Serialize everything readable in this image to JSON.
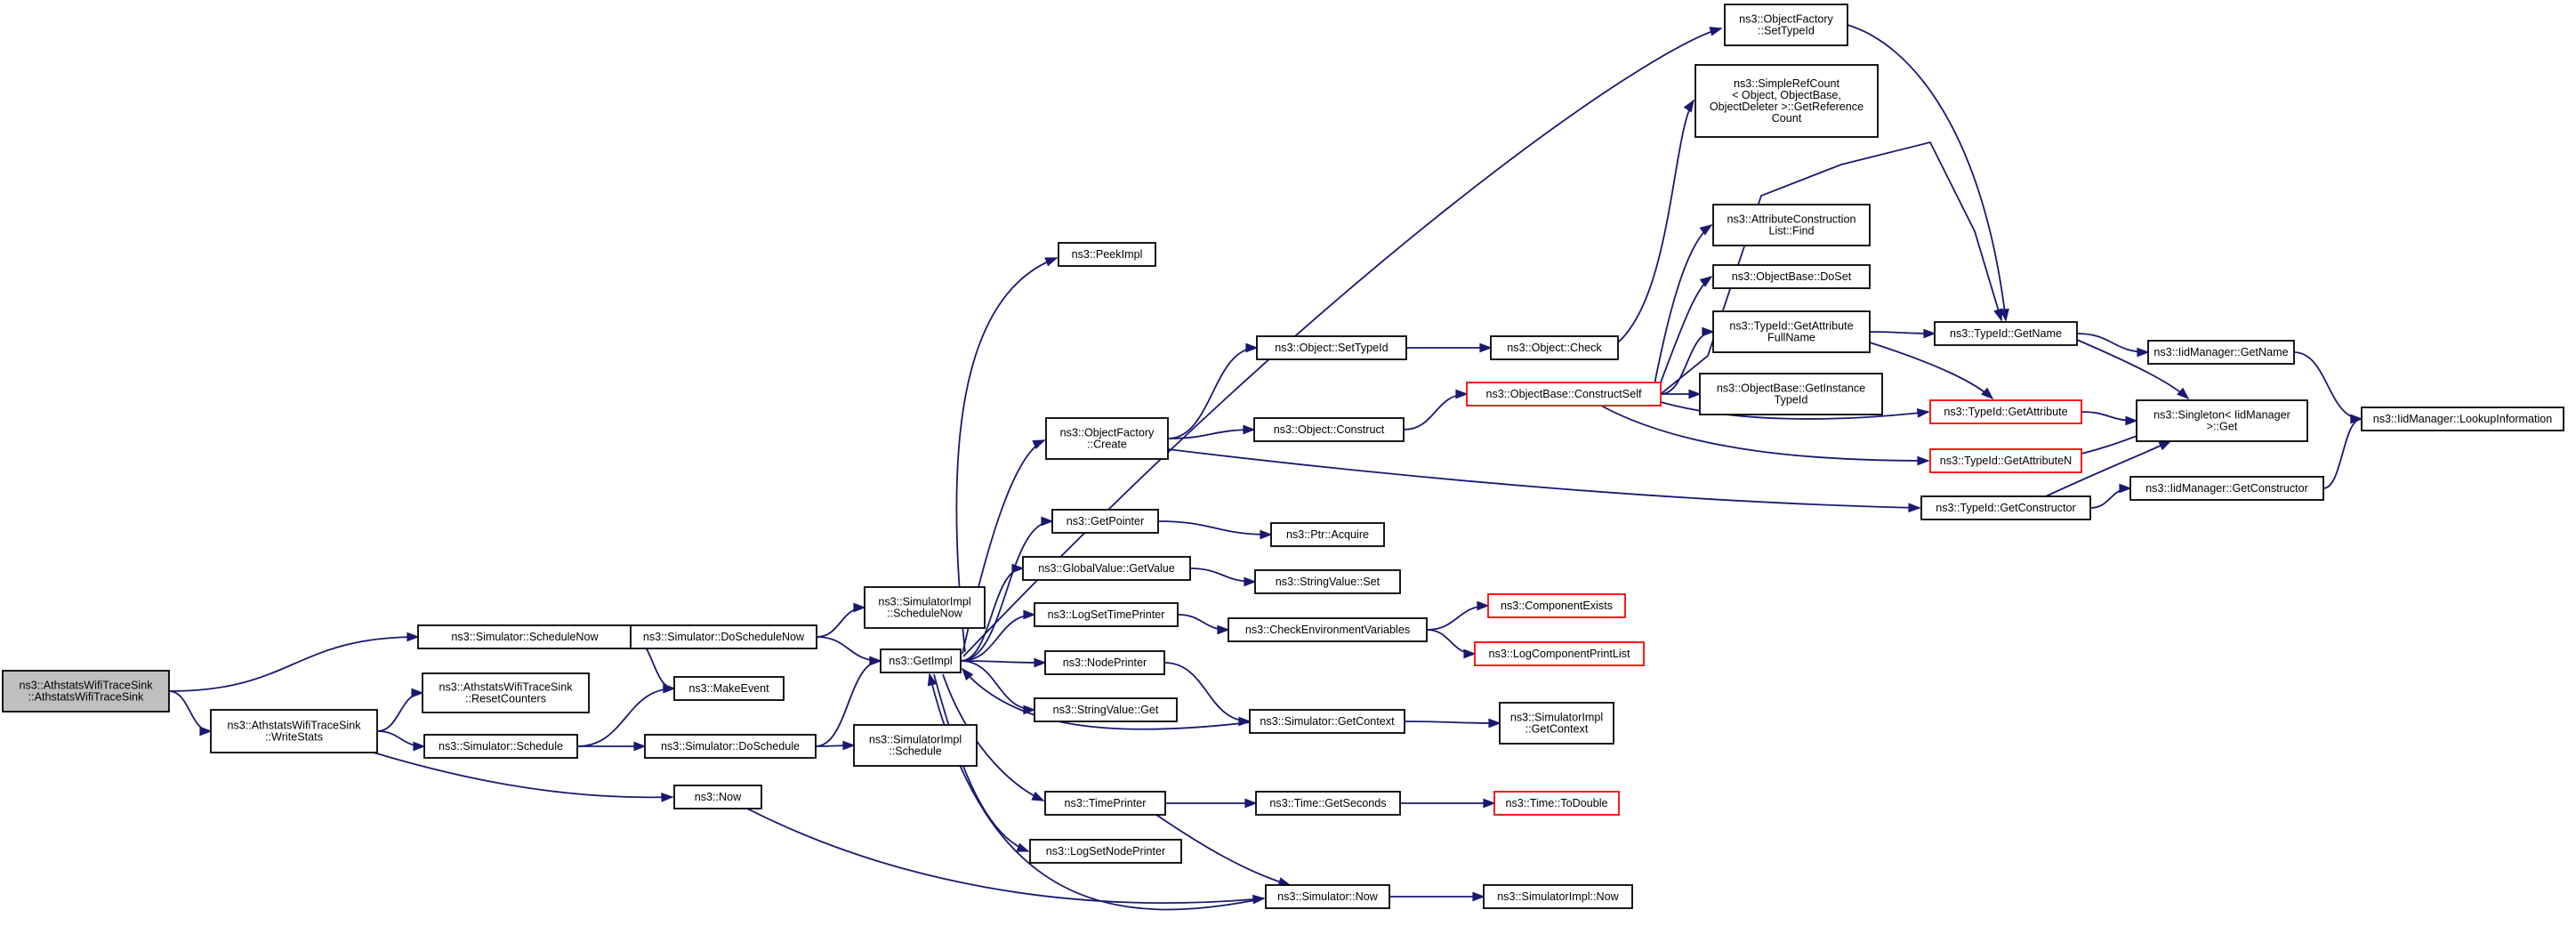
{
  "diagram": {
    "colors": {
      "edge": "#191970",
      "node_border": "#000000",
      "node_border_truncated": "#ff0000",
      "root_fill": "#bfbfbf",
      "background": "#ffffff"
    },
    "nodes": [
      {
        "id": "root",
        "lines": [
          "ns3::AthstatsWifiTraceSink",
          "::AthstatsWifiTraceSink"
        ],
        "style": "root"
      },
      {
        "id": "scheduleNow",
        "lines": [
          "ns3::Simulator::ScheduleNow"
        ]
      },
      {
        "id": "writeStats",
        "lines": [
          "ns3::AthstatsWifiTraceSink",
          "::WriteStats"
        ]
      },
      {
        "id": "doScheduleNow",
        "lines": [
          "ns3::Simulator::DoScheduleNow"
        ]
      },
      {
        "id": "makeEvent",
        "lines": [
          "ns3::MakeEvent"
        ]
      },
      {
        "id": "resetCounters",
        "lines": [
          "ns3::AthstatsWifiTraceSink",
          "::ResetCounters"
        ]
      },
      {
        "id": "schedule",
        "lines": [
          "ns3::Simulator::Schedule"
        ]
      },
      {
        "id": "now",
        "lines": [
          "ns3::Now"
        ]
      },
      {
        "id": "simImplScheduleNow",
        "lines": [
          "ns3::SimulatorImpl",
          "::ScheduleNow"
        ]
      },
      {
        "id": "getImpl",
        "lines": [
          "ns3::GetImpl"
        ]
      },
      {
        "id": "doSchedule",
        "lines": [
          "ns3::Simulator::DoSchedule"
        ]
      },
      {
        "id": "simImplSchedule",
        "lines": [
          "ns3::SimulatorImpl",
          "::Schedule"
        ]
      },
      {
        "id": "peekImpl",
        "lines": [
          "ns3::PeekImpl"
        ]
      },
      {
        "id": "objectFactoryCreate",
        "lines": [
          "ns3::ObjectFactory",
          "::Create"
        ]
      },
      {
        "id": "getPointer",
        "lines": [
          "ns3::GetPointer"
        ]
      },
      {
        "id": "globalValueGetValue",
        "lines": [
          "ns3::GlobalValue::GetValue"
        ]
      },
      {
        "id": "logSetTimePrinter",
        "lines": [
          "ns3::LogSetTimePrinter"
        ]
      },
      {
        "id": "nodePrinter",
        "lines": [
          "ns3::NodePrinter"
        ]
      },
      {
        "id": "stringValueGet",
        "lines": [
          "ns3::StringValue::Get"
        ]
      },
      {
        "id": "timePrinter",
        "lines": [
          "ns3::TimePrinter"
        ]
      },
      {
        "id": "logSetNodePrinter",
        "lines": [
          "ns3::LogSetNodePrinter"
        ]
      },
      {
        "id": "objectSetTypeId",
        "lines": [
          "ns3::Object::SetTypeId"
        ]
      },
      {
        "id": "objectConstruct",
        "lines": [
          "ns3::Object::Construct"
        ]
      },
      {
        "id": "ptrAcquire",
        "lines": [
          "ns3::Ptr::Acquire"
        ]
      },
      {
        "id": "stringValueSet",
        "lines": [
          "ns3::StringValue::Set"
        ]
      },
      {
        "id": "checkEnvVars",
        "lines": [
          "ns3::CheckEnvironmentVariables"
        ]
      },
      {
        "id": "simGetContext",
        "lines": [
          "ns3::Simulator::GetContext"
        ]
      },
      {
        "id": "timeGetSeconds",
        "lines": [
          "ns3::Time::GetSeconds"
        ]
      },
      {
        "id": "simNow",
        "lines": [
          "ns3::Simulator::Now"
        ]
      },
      {
        "id": "objectCheck",
        "lines": [
          "ns3::Object::Check"
        ]
      },
      {
        "id": "constructSelf",
        "lines": [
          "ns3::ObjectBase::ConstructSelf"
        ],
        "style": "red"
      },
      {
        "id": "componentExists",
        "lines": [
          "ns3::ComponentExists"
        ],
        "style": "red"
      },
      {
        "id": "logComponentPrintList",
        "lines": [
          "ns3::LogComponentPrintList"
        ],
        "style": "red"
      },
      {
        "id": "simImplGetContext",
        "lines": [
          "ns3::SimulatorImpl",
          "::GetContext"
        ]
      },
      {
        "id": "timeToDouble",
        "lines": [
          "ns3::Time::ToDouble"
        ],
        "style": "red"
      },
      {
        "id": "simImplNow",
        "lines": [
          "ns3::SimulatorImpl::Now"
        ]
      },
      {
        "id": "objectFactorySetTypeId",
        "lines": [
          "ns3::ObjectFactory",
          "::SetTypeId"
        ]
      },
      {
        "id": "simpleRefCount",
        "lines": [
          "ns3::SimpleRefCount",
          "< Object, ObjectBase,",
          "ObjectDeleter >::GetReference",
          "Count"
        ]
      },
      {
        "id": "attrConstructionListFind",
        "lines": [
          "ns3::AttributeConstruction",
          "List::Find"
        ]
      },
      {
        "id": "objectBaseDoSet",
        "lines": [
          "ns3::ObjectBase::DoSet"
        ]
      },
      {
        "id": "typeIdGetAttributeFullName",
        "lines": [
          "ns3::TypeId::GetAttribute",
          "FullName"
        ]
      },
      {
        "id": "objectBaseGetInstanceTypeId",
        "lines": [
          "ns3::ObjectBase::GetInstance",
          "TypeId"
        ]
      },
      {
        "id": "typeIdGetName",
        "lines": [
          "ns3::TypeId::GetName"
        ]
      },
      {
        "id": "typeIdGetAttribute",
        "lines": [
          "ns3::TypeId::GetAttribute"
        ],
        "style": "red"
      },
      {
        "id": "typeIdGetAttributeN",
        "lines": [
          "ns3::TypeId::GetAttributeN"
        ],
        "style": "red"
      },
      {
        "id": "typeIdGetConstructor",
        "lines": [
          "ns3::TypeId::GetConstructor"
        ]
      },
      {
        "id": "iidManagerGetName",
        "lines": [
          "ns3::IidManager::GetName"
        ]
      },
      {
        "id": "singletonGet",
        "lines": [
          "ns3::Singleton< IidManager",
          " >::Get"
        ]
      },
      {
        "id": "iidManagerGetConstructor",
        "lines": [
          "ns3::IidManager::GetConstructor"
        ]
      },
      {
        "id": "lookupInformation",
        "lines": [
          "ns3::IidManager::LookupInformation"
        ]
      }
    ],
    "edges": [
      [
        "root",
        "scheduleNow"
      ],
      [
        "root",
        "writeStats"
      ],
      [
        "scheduleNow",
        "doScheduleNow"
      ],
      [
        "scheduleNow",
        "makeEvent"
      ],
      [
        "writeStats",
        "resetCounters"
      ],
      [
        "writeStats",
        "schedule"
      ],
      [
        "writeStats",
        "now"
      ],
      [
        "doScheduleNow",
        "simImplScheduleNow"
      ],
      [
        "doScheduleNow",
        "getImpl"
      ],
      [
        "schedule",
        "makeEvent"
      ],
      [
        "schedule",
        "doSchedule"
      ],
      [
        "doSchedule",
        "getImpl"
      ],
      [
        "doSchedule",
        "simImplSchedule"
      ],
      [
        "now",
        "simNow"
      ],
      [
        "getImpl",
        "peekImpl"
      ],
      [
        "getImpl",
        "objectFactoryCreate"
      ],
      [
        "getImpl",
        "objectFactorySetTypeId"
      ],
      [
        "getImpl",
        "getPointer"
      ],
      [
        "getImpl",
        "globalValueGetValue"
      ],
      [
        "getImpl",
        "logSetTimePrinter"
      ],
      [
        "getImpl",
        "nodePrinter"
      ],
      [
        "getImpl",
        "stringValueGet"
      ],
      [
        "getImpl",
        "timePrinter"
      ],
      [
        "getImpl",
        "logSetNodePrinter"
      ],
      [
        "objectFactoryCreate",
        "objectSetTypeId"
      ],
      [
        "objectFactoryCreate",
        "objectConstruct"
      ],
      [
        "objectFactoryCreate",
        "typeIdGetConstructor"
      ],
      [
        "getPointer",
        "ptrAcquire"
      ],
      [
        "globalValueGetValue",
        "stringValueSet"
      ],
      [
        "logSetTimePrinter",
        "checkEnvVars"
      ],
      [
        "nodePrinter",
        "simGetContext"
      ],
      [
        "simGetContext",
        "getImpl"
      ],
      [
        "simGetContext",
        "simImplGetContext"
      ],
      [
        "timePrinter",
        "timeGetSeconds"
      ],
      [
        "timePrinter",
        "simNow"
      ],
      [
        "simNow",
        "getImpl"
      ],
      [
        "simNow",
        "simImplNow"
      ],
      [
        "objectSetTypeId",
        "objectCheck"
      ],
      [
        "objectConstruct",
        "constructSelf"
      ],
      [
        "objectCheck",
        "simpleRefCount"
      ],
      [
        "checkEnvVars",
        "componentExists"
      ],
      [
        "checkEnvVars",
        "logComponentPrintList"
      ],
      [
        "timeGetSeconds",
        "timeToDouble"
      ],
      [
        "constructSelf",
        "attrConstructionListFind"
      ],
      [
        "constructSelf",
        "objectBaseDoSet"
      ],
      [
        "constructSelf",
        "typeIdGetAttributeFullName"
      ],
      [
        "constructSelf",
        "objectBaseGetInstanceTypeId"
      ],
      [
        "constructSelf",
        "typeIdGetName"
      ],
      [
        "constructSelf",
        "typeIdGetAttribute"
      ],
      [
        "constructSelf",
        "typeIdGetAttributeN"
      ],
      [
        "objectFactorySetTypeId",
        "typeIdGetName"
      ],
      [
        "typeIdGetAttributeFullName",
        "typeIdGetName"
      ],
      [
        "typeIdGetAttributeFullName",
        "typeIdGetAttribute"
      ],
      [
        "typeIdGetName",
        "iidManagerGetName"
      ],
      [
        "typeIdGetName",
        "singletonGet"
      ],
      [
        "typeIdGetAttribute",
        "singletonGet"
      ],
      [
        "typeIdGetAttributeN",
        "singletonGet"
      ],
      [
        "typeIdGetConstructor",
        "singletonGet"
      ],
      [
        "typeIdGetConstructor",
        "iidManagerGetConstructor"
      ],
      [
        "iidManagerGetName",
        "lookupInformation"
      ],
      [
        "iidManagerGetConstructor",
        "lookupInformation"
      ]
    ]
  }
}
